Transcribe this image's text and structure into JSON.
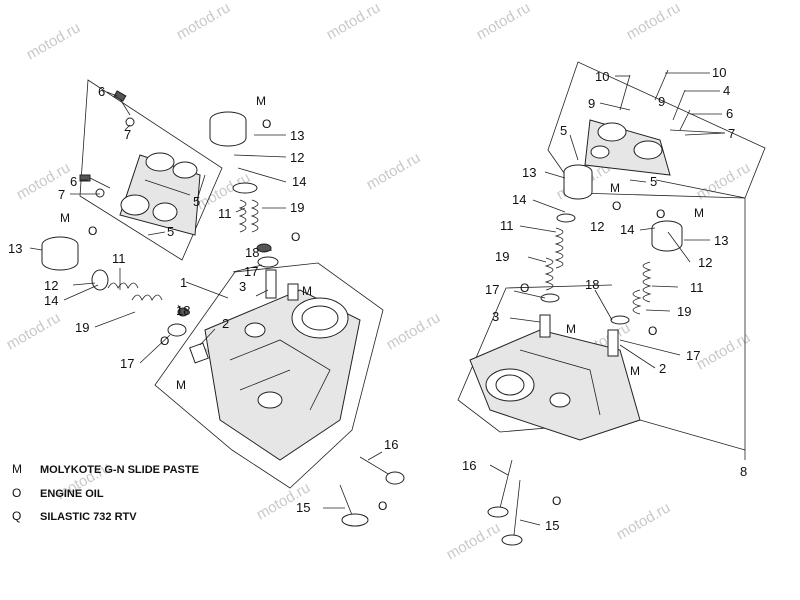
{
  "watermark": "motod.ru",
  "callouts": {
    "c1": "1",
    "c2a": "2",
    "c2b": "2",
    "c3a": "3",
    "c3b": "3",
    "c4": "4",
    "c5a": "5",
    "c5b": "5",
    "c5c": "5",
    "c5d": "5",
    "c6a": "6",
    "c6b": "6",
    "c6c": "6",
    "c7a": "7",
    "c7b": "7",
    "c7c": "7",
    "c8": "8",
    "c9a": "9",
    "c9b": "9",
    "c10a": "10",
    "c10b": "10",
    "c11a": "11",
    "c11b": "11",
    "c11c": "11",
    "c11d": "11",
    "c12a": "12",
    "c12b": "12",
    "c12c": "12",
    "c12d": "12",
    "c13a": "13",
    "c13b": "13",
    "c13c": "13",
    "c13d": "13",
    "c14a": "14",
    "c14b": "14",
    "c14c": "14",
    "c14d": "14",
    "c15a": "15",
    "c15b": "15",
    "c16a": "16",
    "c16b": "16",
    "c17a": "17",
    "c17b": "17",
    "c17c": "17",
    "c17d": "17",
    "c18a": "18",
    "c18b": "18",
    "c18c": "18",
    "c19a": "19",
    "c19b": "19",
    "c19c": "19",
    "c19d": "19"
  },
  "symbols": {
    "M": "M",
    "O": "O"
  },
  "legend": [
    {
      "symbol": "M",
      "text": "MOLYKOTE G-N SLIDE PASTE"
    },
    {
      "symbol": "O",
      "text": "ENGINE OIL"
    },
    {
      "symbol": "Q",
      "text": "SILASTIC 732 RTV"
    }
  ]
}
